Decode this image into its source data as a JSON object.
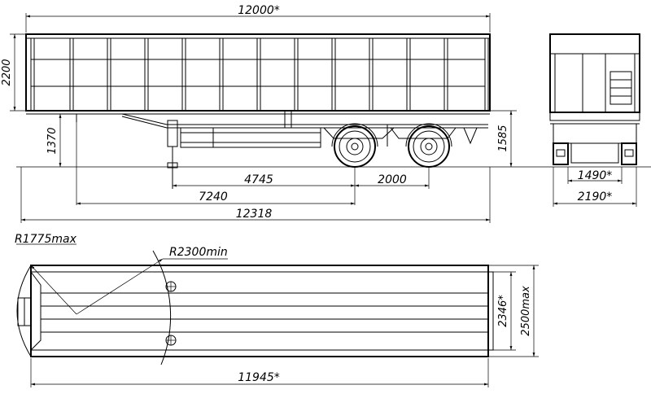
{
  "side_view": {
    "overall_length": "12000*",
    "body_height": "2200",
    "coupling_height": "1370",
    "rear_height": "1585",
    "dim_4745": "4745",
    "dim_2000": "2000",
    "dim_7240": "7240",
    "dim_12318": "12318"
  },
  "rear_view": {
    "track_width": "1490*",
    "overall_width": "2190*"
  },
  "top_view": {
    "front_radius": "R1775max",
    "turn_radius": "R2300min",
    "body_length": "11945*",
    "inner_width": "2346*",
    "max_width": "2500max"
  }
}
